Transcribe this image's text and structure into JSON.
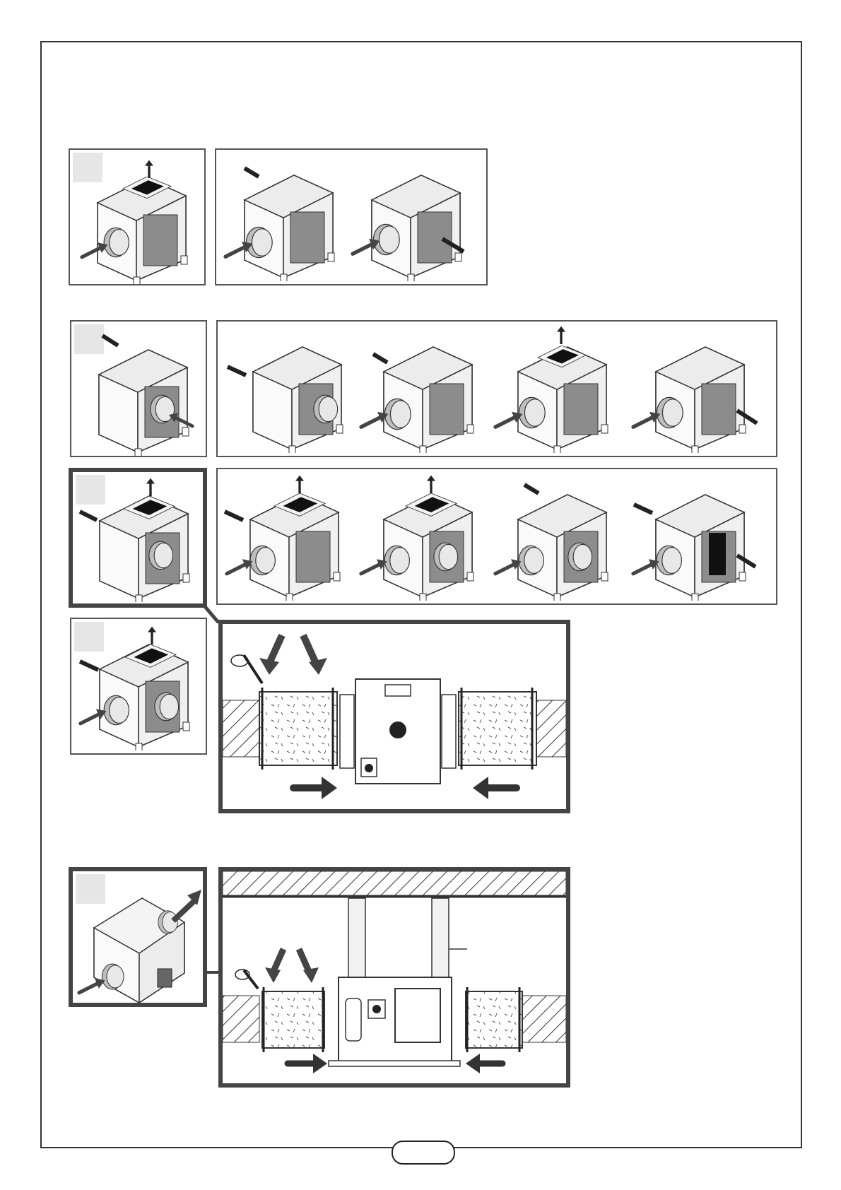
{
  "document": {
    "page_type": "installation-diagram-sheet",
    "sections": [
      {
        "id": "row-1",
        "units": 3
      },
      {
        "id": "row-2",
        "units": 5
      },
      {
        "id": "row-3",
        "units": 5
      },
      {
        "id": "row-4",
        "units": 1,
        "detail": "duct-installation-floor"
      },
      {
        "id": "row-5",
        "units": 1,
        "detail": "duct-installation-ceiling"
      }
    ]
  },
  "colors": {
    "line": "#333333",
    "panel_gray": "#8c8c8c",
    "face_light": "#f2f2f2",
    "arrow": "#444444",
    "tag_box": "#e6e6e6"
  }
}
